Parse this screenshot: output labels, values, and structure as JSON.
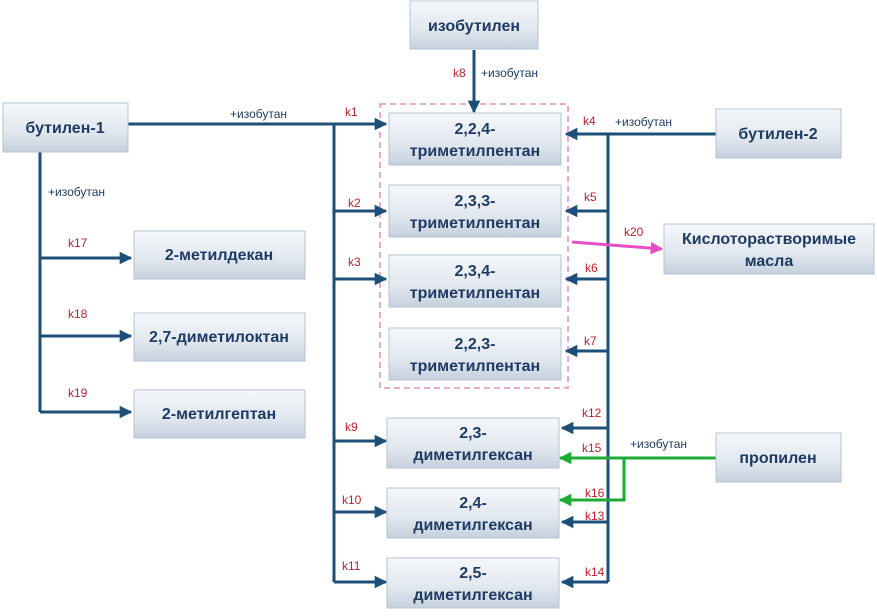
{
  "nodes": {
    "isobutylene": "изобутилен",
    "butylene1": "бутилен-1",
    "butylene2": "бутилен-2",
    "propylene": "пропилен",
    "tmp224": [
      "2,2,4-",
      "триметилпентан"
    ],
    "tmp233": [
      "2,3,3-",
      "триметилпентан"
    ],
    "tmp234": [
      "2,3,4-",
      "триметилпентан"
    ],
    "tmp223": [
      "2,2,3-",
      "триметилпентан"
    ],
    "dmh23": [
      "2,3-",
      "диметилгексан"
    ],
    "dmh24": [
      "2,4-",
      "диметилгексан"
    ],
    "dmh25": [
      "2,5-",
      "диметилгексан"
    ],
    "methyldecane": "2-метилдекан",
    "dimethyloctane": "2,7-диметилоктан",
    "methylheptane": "2-метилгептан",
    "acid_oils": [
      "Кислоторастворимые",
      "масла"
    ]
  },
  "notes": {
    "isobutane": "+изобутан"
  },
  "rates": {
    "k1": "k1",
    "k2": "k2",
    "k3": "k3",
    "k4": "k4",
    "k5": "k5",
    "k6": "k6",
    "k7": "k7",
    "k8": "k8",
    "k9": "k9",
    "k10": "k10",
    "k11": "k11",
    "k12": "k12",
    "k13": "k13",
    "k14": "k14",
    "k15": "k15",
    "k16": "k16",
    "k17": "k17",
    "k18": "k18",
    "k19": "k19",
    "k20": "k20"
  },
  "colors": {
    "box_text": "#1f3b63",
    "main_arrow": "#1e4f78",
    "propylene_arrow": "#1cab35",
    "acid_oil_arrow": "#e64ec8",
    "group_border": "#e48fbf",
    "rate_label": "#c0202a"
  }
}
